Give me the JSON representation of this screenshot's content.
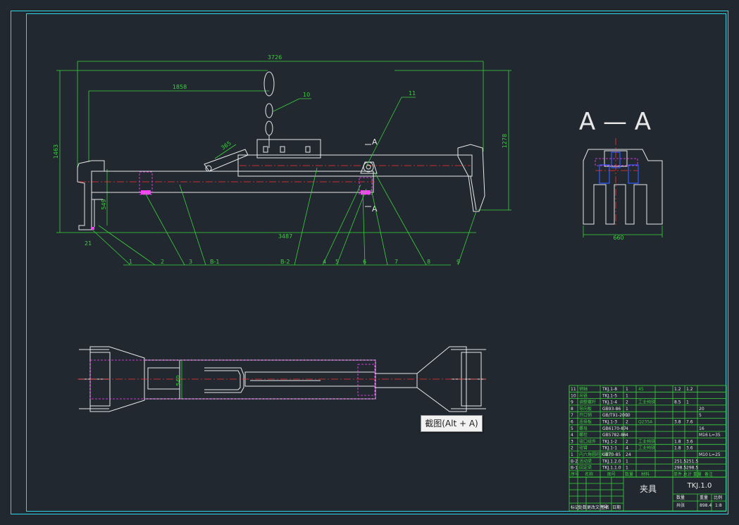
{
  "colors": {
    "background": "#212830",
    "frame": "#2fd6e6",
    "outline": "#e8e8e8",
    "dimension": "#3ad23a",
    "centerline": "#ff3030",
    "hidden": "#ff40ff",
    "blue": "#2f5cff"
  },
  "section": {
    "title": "A — A",
    "width_dim": "660"
  },
  "dimensions": {
    "overall_length": "3726",
    "inner_length": "1858",
    "total_height": "1463",
    "right_height": "1278",
    "bottom_length": "3487",
    "lower_height": "549",
    "link": "365",
    "bottom_small": "21",
    "plan_width": "540"
  },
  "section_marks": {
    "top": "A",
    "bottom": "A"
  },
  "balloons": [
    "1",
    "2",
    "3",
    "B-1",
    "B-2",
    "4",
    "5",
    "6",
    "7",
    "8",
    "9",
    "10",
    "11"
  ],
  "bom_rows": [
    {
      "no": "11",
      "name": "销轴",
      "code": "TKJ.1-8",
      "qty": "1",
      "material": "45",
      "w1": "1.2",
      "w2": "1.2",
      "note": ""
    },
    {
      "no": "10",
      "name": "吊链",
      "code": "TKJ.1-5",
      "qty": "1",
      "material": "",
      "w1": "",
      "w2": "",
      "note": ""
    },
    {
      "no": "9",
      "name": "调整螺杆",
      "code": "TKJ.1-4",
      "qty": "2",
      "material": "工业纯铁",
      "w1": "8.5",
      "w2": "1",
      "note": ""
    },
    {
      "no": "8",
      "name": "导向板",
      "code": "GB93-86",
      "qty": "1",
      "material": "",
      "w1": "",
      "w2": "",
      "note": "20"
    },
    {
      "no": "7",
      "name": "开口销",
      "code": "GB/T91-2000",
      "qty": "1",
      "material": "",
      "w1": "",
      "w2": "",
      "note": "5"
    },
    {
      "no": "6",
      "name": "连接板",
      "code": "TKJ.1-3",
      "qty": "2",
      "material": "Q235A",
      "w1": "3.8",
      "w2": "7.6",
      "note": ""
    },
    {
      "no": "5",
      "name": "螺母",
      "code": "GB6170-87",
      "qty": "4",
      "material": "",
      "w1": "",
      "w2": "",
      "note": "16"
    },
    {
      "no": "4",
      "name": "螺栓",
      "code": "GB5782-86",
      "qty": "4",
      "material": "",
      "w1": "",
      "w2": "",
      "note": "M16 L=35"
    },
    {
      "no": "3",
      "name": "钳口组件",
      "code": "TKJ.1-2",
      "qty": "2",
      "material": "工业纯铁",
      "w1": "1.8",
      "w2": "3.6",
      "note": ""
    },
    {
      "no": "2",
      "name": "钳臂",
      "code": "TKJ.1-1",
      "qty": "4",
      "material": "工业纯铁",
      "w1": "1.8",
      "w2": "3.6",
      "note": ""
    },
    {
      "no": "1",
      "name": "内六角圆柱头螺钉",
      "code": "GB70-85",
      "qty": "24",
      "material": "",
      "w1": "",
      "w2": "",
      "note": "M10 L=25"
    },
    {
      "no": "B-2",
      "name": "活动梁",
      "code": "TKJ.1.2.0",
      "qty": "1",
      "material": "",
      "w1": "251.5",
      "w2": "251.5",
      "note": ""
    },
    {
      "no": "B-1",
      "name": "固定梁",
      "code": "TKJ.1.1.0",
      "qty": "1",
      "material": "",
      "w1": "298.5",
      "w2": "298.5",
      "note": ""
    }
  ],
  "bom_header": {
    "no": "序号",
    "name": "名称",
    "code": "图号",
    "qty": "数量",
    "material": "材料",
    "weight": "单件 总计 重量",
    "note": "备注"
  },
  "title_block": {
    "drawing_no": "TKJ.1.0",
    "part_name": "夹具",
    "scale_label": "比例",
    "scale_value": "1:8",
    "weight_label": "重量",
    "weight_value": "898.4",
    "quantity_label": "数量",
    "sheet_label": "共张",
    "row_labels": [
      "标记",
      "处数",
      "更改文件号",
      "签名",
      "日期"
    ]
  },
  "tooltip": "截图(Alt + A)"
}
